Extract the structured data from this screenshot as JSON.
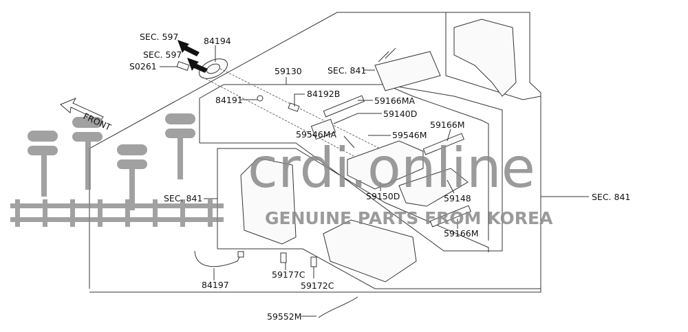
{
  "diagram": {
    "labels": {
      "sec597_a": "SEC. 597",
      "sec597_b": "SEC. 597",
      "p84194": "84194",
      "s0261": "S0261",
      "p59130": "59130",
      "sec841_top": "SEC. 841",
      "p84191": "84191",
      "p84192b": "84192B",
      "p59166ma": "59166MA",
      "p59140d": "59140D",
      "front": "FRONT",
      "p59546m": "59546M",
      "p59166m_top": "59166M",
      "p59546ma": "59546MA",
      "p59148": "59148",
      "sec841_right": "SEC. 841",
      "sec841_left": "SEC. 841",
      "p59150d": "59150D",
      "p59166m_bottom": "59166M",
      "p84197": "84197",
      "p59177c": "59177C",
      "p59172c": "59172C",
      "p59552m": "59552M"
    },
    "watermark": {
      "site": "crdi.online",
      "tagline": "GENUINE PARTS FROM KOREA"
    }
  }
}
